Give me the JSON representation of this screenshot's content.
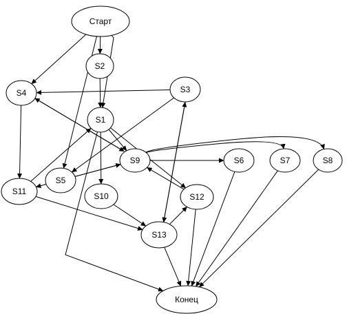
{
  "diagram": {
    "nodes": [
      {
        "id": "start",
        "label": "Старт"
      },
      {
        "id": "s2",
        "label": "S2"
      },
      {
        "id": "s4",
        "label": "S4"
      },
      {
        "id": "s3",
        "label": "S3"
      },
      {
        "id": "s1",
        "label": "S1"
      },
      {
        "id": "s9",
        "label": "S9"
      },
      {
        "id": "s6",
        "label": "S6"
      },
      {
        "id": "s7",
        "label": "S7"
      },
      {
        "id": "s8",
        "label": "S8"
      },
      {
        "id": "s11",
        "label": "S11"
      },
      {
        "id": "s5",
        "label": "S5"
      },
      {
        "id": "s10",
        "label": "S10"
      },
      {
        "id": "s12",
        "label": "S12"
      },
      {
        "id": "s13",
        "label": "S13"
      },
      {
        "id": "end",
        "label": "Конец"
      }
    ],
    "edges": [
      {
        "from": "start",
        "to": "s2"
      },
      {
        "from": "start",
        "to": "s4"
      },
      {
        "from": "start",
        "to": "s5"
      },
      {
        "from": "start",
        "to": "s1"
      },
      {
        "from": "s2",
        "to": "s1"
      },
      {
        "from": "s3",
        "to": "s4"
      },
      {
        "from": "s3",
        "to": "s5"
      },
      {
        "from": "s4",
        "to": "s11"
      },
      {
        "from": "s4",
        "to": "s9"
      },
      {
        "from": "s9",
        "to": "s4"
      },
      {
        "from": "s1",
        "to": "s10"
      },
      {
        "from": "s1",
        "to": "s9"
      },
      {
        "from": "s1",
        "to": "s12"
      },
      {
        "from": "s1",
        "to": "end"
      },
      {
        "from": "s11",
        "to": "s1"
      },
      {
        "from": "s11",
        "to": "s13"
      },
      {
        "from": "s9",
        "to": "s11"
      },
      {
        "from": "s9",
        "to": "s6"
      },
      {
        "from": "s9",
        "to": "s7"
      },
      {
        "from": "s9",
        "to": "s8"
      },
      {
        "from": "s5",
        "to": "s9"
      },
      {
        "from": "s12",
        "to": "s9"
      },
      {
        "from": "s12",
        "to": "end"
      },
      {
        "from": "s10",
        "to": "s13"
      },
      {
        "from": "s13",
        "to": "s12"
      },
      {
        "from": "s13",
        "to": "s3"
      },
      {
        "from": "s3",
        "to": "s13"
      },
      {
        "from": "s13",
        "to": "end"
      },
      {
        "from": "s6",
        "to": "end"
      },
      {
        "from": "s7",
        "to": "end"
      },
      {
        "from": "s8",
        "to": "end"
      }
    ]
  }
}
